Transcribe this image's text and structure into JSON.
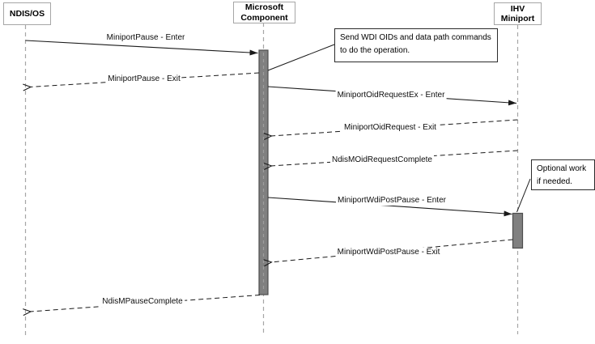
{
  "diagram_type": "sequence-diagram",
  "colors": {
    "background": "#ffffff",
    "activation_fill": "#808080",
    "activation_border": "#4d4d4d",
    "lifeline_gray": "#a6a6a6",
    "message_line": "#1a1a1a",
    "header_border": "#a6a6a6",
    "note_border": "#2b2b2b",
    "text": "#000000"
  },
  "actors": [
    {
      "name": "ndis-os",
      "lines": [
        "NDIS/OS"
      ]
    },
    {
      "name": "microsoft-component",
      "lines": [
        "Microsoft",
        "Component"
      ]
    },
    {
      "name": "ihv-miniport",
      "lines": [
        "IHV",
        "Miniport"
      ]
    }
  ],
  "messages": [
    {
      "label": "MiniportPause - Enter",
      "from": "NDIS/OS",
      "to": "Microsoft Component",
      "line": "solid"
    },
    {
      "label": "MiniportPause - Exit",
      "from": "Microsoft Component",
      "to": "NDIS/OS",
      "line": "dashed"
    },
    {
      "label": "MiniportOidRequestEx - Enter",
      "from": "Microsoft Component",
      "to": "IHV Miniport",
      "line": "solid"
    },
    {
      "label": "MiniportOidRequest - Exit",
      "from": "IHV Miniport",
      "to": "Microsoft Component",
      "line": "dashed"
    },
    {
      "label": "NdisMOidRequestComplete",
      "from": "IHV Miniport",
      "to": "Microsoft Component",
      "line": "dashed"
    },
    {
      "label": "MiniportWdiPostPause - Enter",
      "from": "Microsoft Component",
      "to": "IHV Miniport",
      "line": "solid"
    },
    {
      "label": "MiniportWdiPostPause - Exit",
      "from": "IHV Miniport",
      "to": "Microsoft Component",
      "line": "dashed"
    },
    {
      "label": "NdisMPauseComplete",
      "from": "Microsoft Component",
      "to": "NDIS/OS",
      "line": "dashed"
    }
  ],
  "notes": [
    {
      "text": "Send WDI OIDs and data path commands to do the operation."
    },
    {
      "text": "Optional work if needed."
    }
  ]
}
